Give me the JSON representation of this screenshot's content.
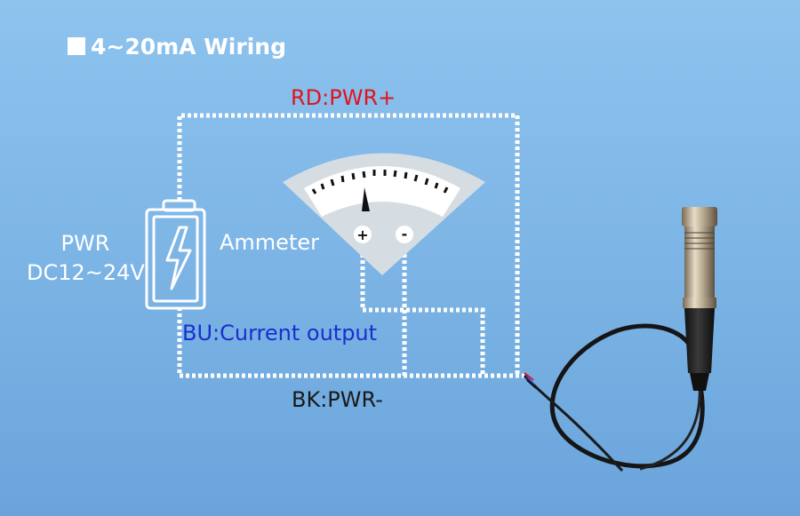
{
  "title": "4~20mA Wiring",
  "wires": {
    "rd_label": "RD:PWR+",
    "bk_label": "BK:PWR-",
    "bu_label": "BU:Current output"
  },
  "ammeter": {
    "label": "Ammeter",
    "plus": "+",
    "minus": "-"
  },
  "power": {
    "line1": "PWR",
    "line2": "DC12~24V"
  },
  "colors": {
    "rd": "#e0141e",
    "bk": "#1a1a1a",
    "bu": "#1a2fd0",
    "wire": "#ffffff",
    "background": "#8ec3ee"
  },
  "icons": [
    "battery-icon",
    "lightning-icon",
    "ammeter-icon",
    "sensor-icon"
  ]
}
